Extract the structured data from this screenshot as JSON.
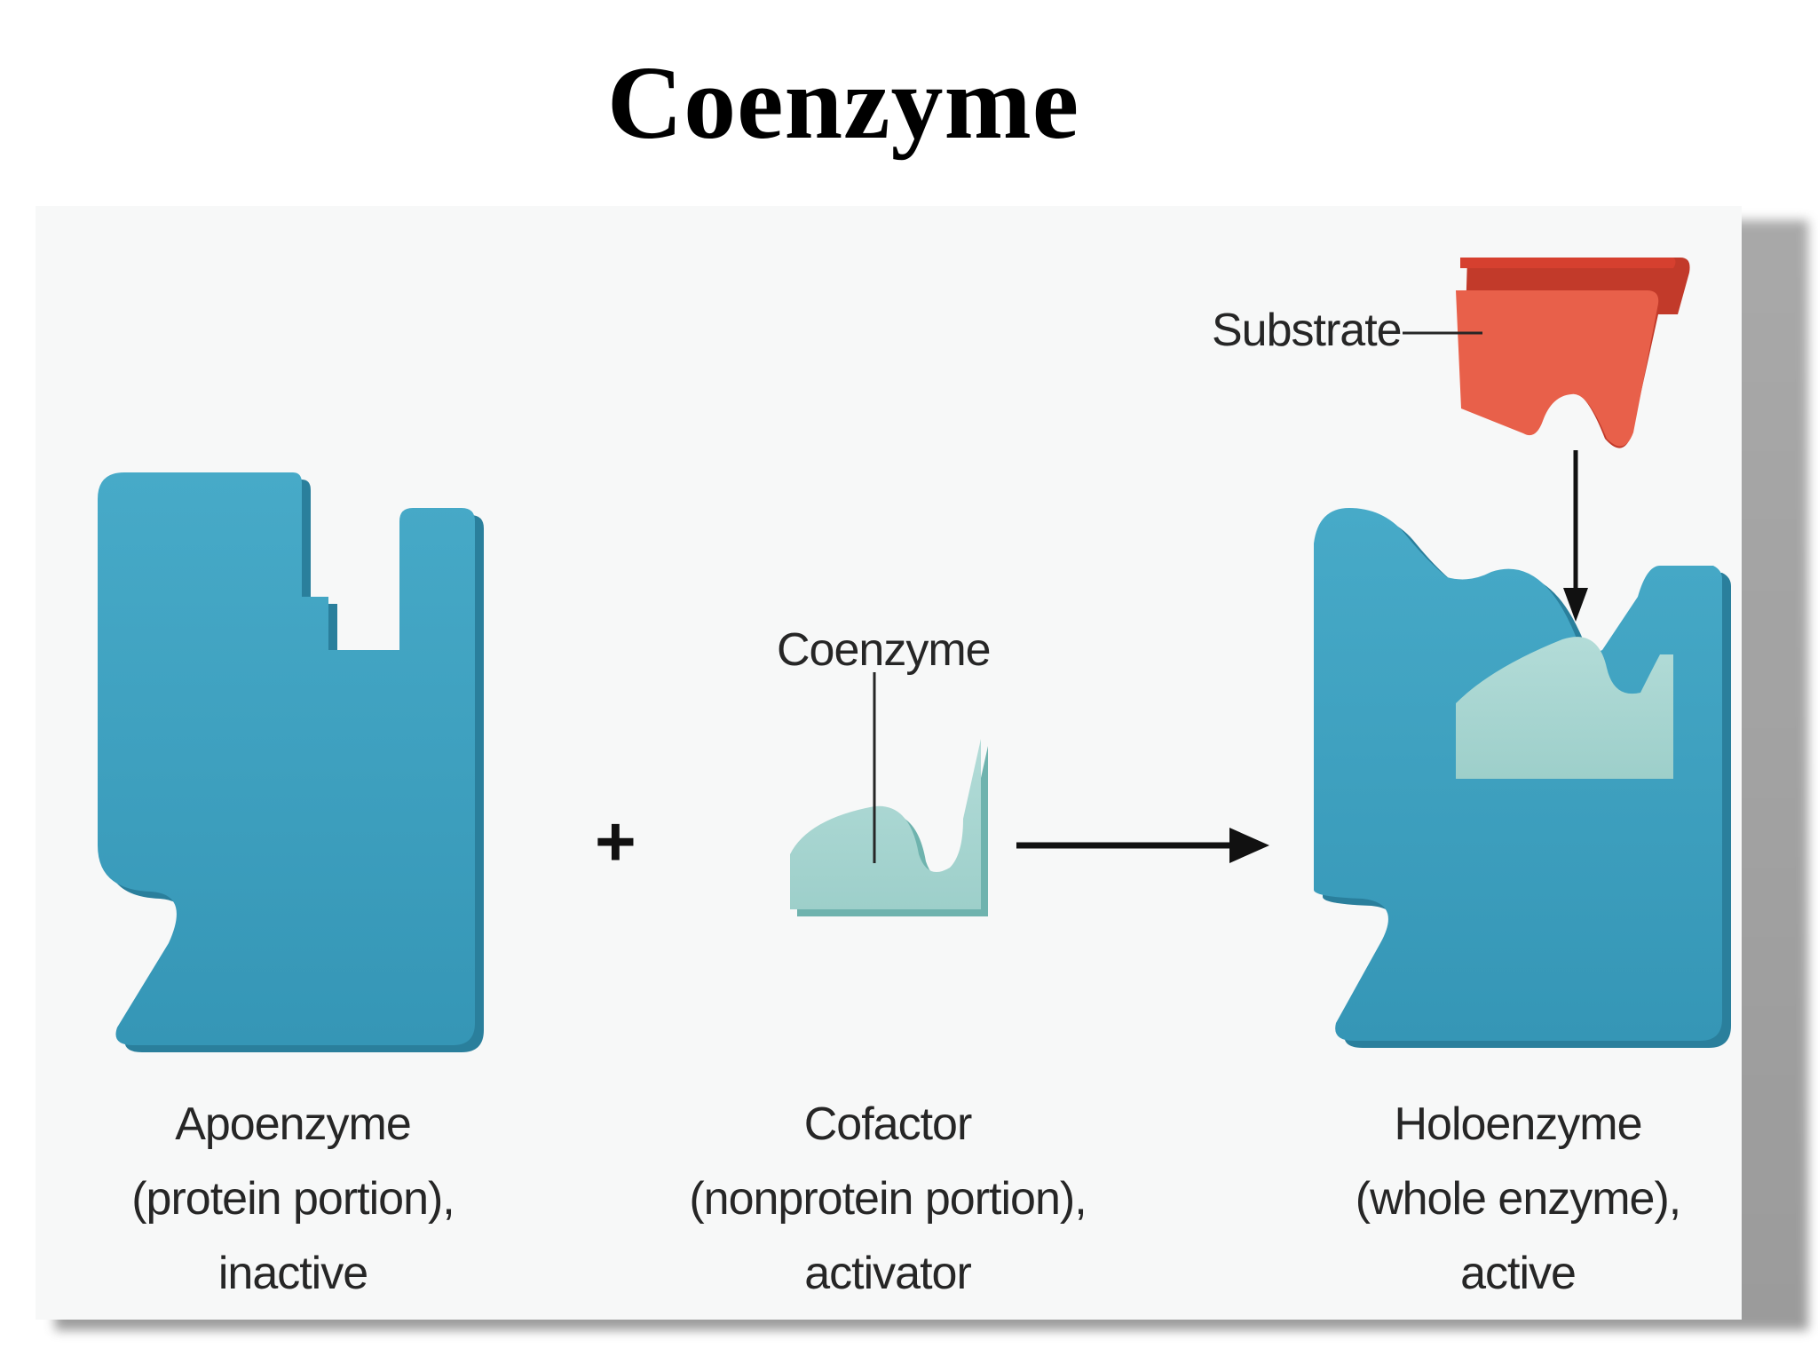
{
  "title": "Coenzyme",
  "labels": {
    "substrate": "Substrate",
    "coenzyme": "Coenzyme"
  },
  "operator": "+",
  "parts": [
    {
      "name": "Apoenzyme",
      "line2": "(protein portion),",
      "line3": "inactive"
    },
    {
      "name": "Cofactor",
      "line2": "(nonprotein portion),",
      "line3": "activator"
    },
    {
      "name": "Holoenzyme",
      "line2": "(whole enzyme),",
      "line3": "active"
    }
  ],
  "colors": {
    "enzyme": "#3a9fbf",
    "enzyme_edge": "#2a7f9c",
    "coenzyme": "#a8d6d2",
    "coenzyme_edge": "#6fb3ae",
    "substrate": "#e8604a",
    "substrate_edge": "#c23a2a",
    "arrow": "#111111"
  }
}
